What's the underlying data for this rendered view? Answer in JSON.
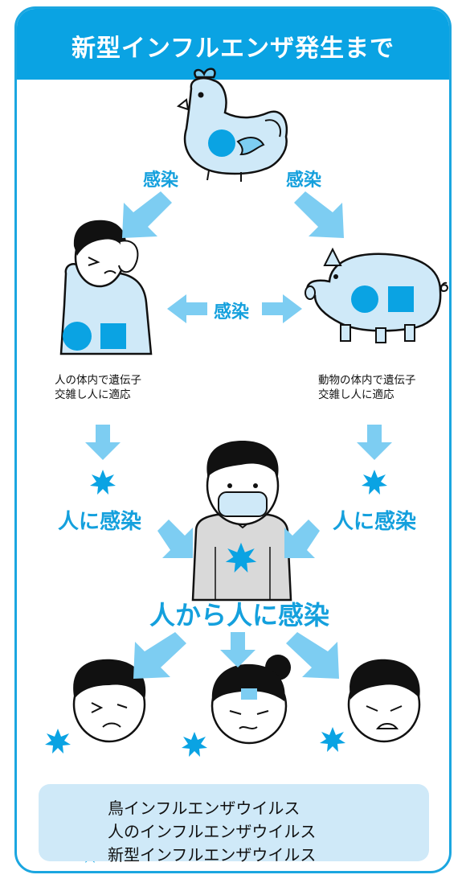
{
  "title": "新型インフルエンザ発生まで",
  "labels": {
    "infect_left": "感染",
    "infect_right": "感染",
    "infect_middle": "感染",
    "human_infect_left": "人に感染",
    "human_infect_right": "人に感染",
    "human_to_human": "人から人に感染"
  },
  "notes": {
    "human_body_line1": "人の体内で遺伝子",
    "human_body_line2": "交雑し人に適応",
    "animal_body_line1": "動物の体内で遺伝子",
    "animal_body_line2": "交雑し人に適応"
  },
  "legend": [
    {
      "icon": "circle-icon",
      "label": "鳥インフルエンザウイルス"
    },
    {
      "icon": "square-icon",
      "label": "人のインフルエンザウイルス"
    },
    {
      "icon": "star-burst-icon",
      "label": "新型インフルエンザウイルス"
    }
  ],
  "colors": {
    "accent": "#0aa3e3",
    "arrow": "#7dcdf2",
    "light_fill": "#cfe9f8"
  }
}
